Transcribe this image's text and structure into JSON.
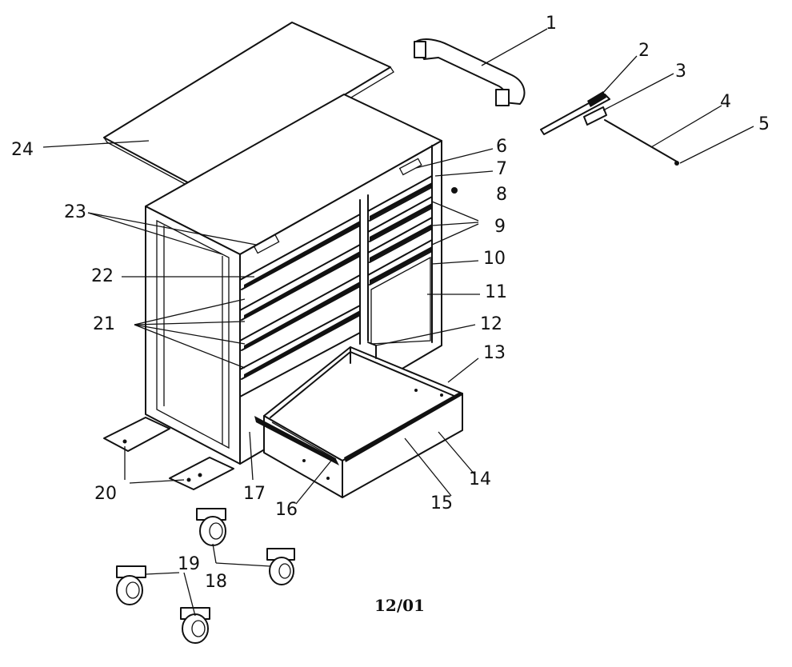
{
  "diagram": {
    "date_code": "12/01",
    "callouts": [
      {
        "id": "1",
        "label": "1"
      },
      {
        "id": "2",
        "label": "2"
      },
      {
        "id": "3",
        "label": "3"
      },
      {
        "id": "4",
        "label": "4"
      },
      {
        "id": "5",
        "label": "5"
      },
      {
        "id": "6",
        "label": "6"
      },
      {
        "id": "7",
        "label": "7"
      },
      {
        "id": "8",
        "label": "8"
      },
      {
        "id": "9",
        "label": "9"
      },
      {
        "id": "10",
        "label": "10"
      },
      {
        "id": "11",
        "label": "11"
      },
      {
        "id": "12",
        "label": "12"
      },
      {
        "id": "13",
        "label": "13"
      },
      {
        "id": "14",
        "label": "14"
      },
      {
        "id": "15",
        "label": "15"
      },
      {
        "id": "16",
        "label": "16"
      },
      {
        "id": "17",
        "label": "17"
      },
      {
        "id": "18",
        "label": "18"
      },
      {
        "id": "19",
        "label": "19"
      },
      {
        "id": "20",
        "label": "20"
      },
      {
        "id": "21",
        "label": "21"
      },
      {
        "id": "22",
        "label": "22"
      },
      {
        "id": "23",
        "label": "23"
      },
      {
        "id": "24",
        "label": "24"
      }
    ]
  }
}
